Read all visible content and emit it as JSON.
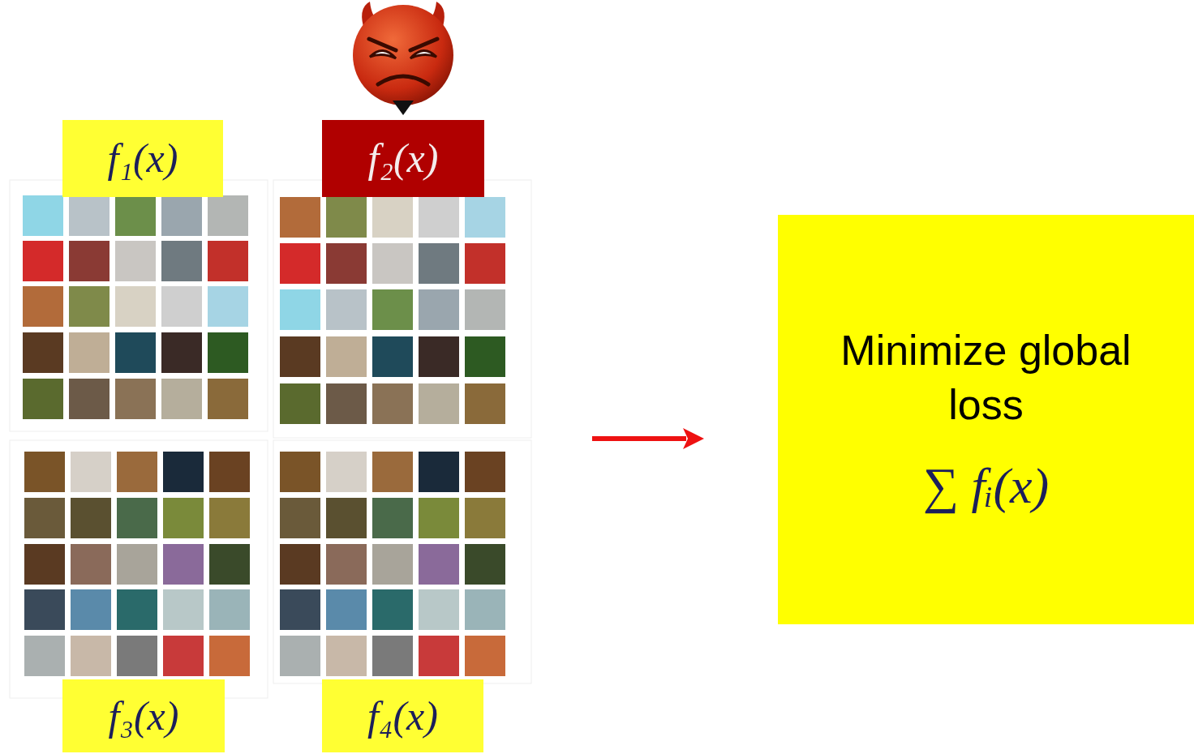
{
  "diagram": {
    "nodes": [
      {
        "text": [
          "f₁(x)"
        ]
      },
      {
        "text": [
          "f₂(x)"
        ]
      },
      {
        "text": [
          "f₃(x)"
        ]
      },
      {
        "text": [
          "f₄(x)"
        ]
      },
      {
        "text": [
          "Minimize global loss",
          "∑ fᵢ(x)"
        ]
      }
    ]
  }
}
